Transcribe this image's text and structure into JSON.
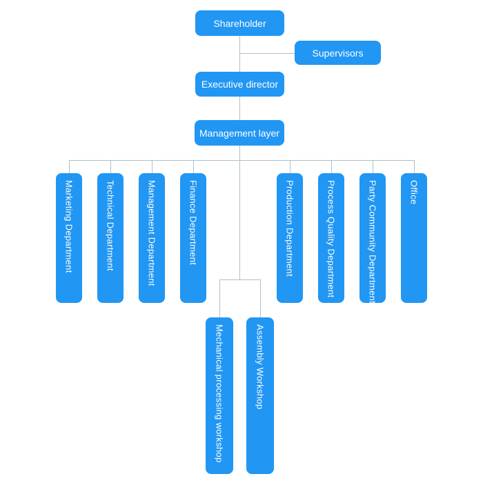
{
  "colors": {
    "node_fill": "#2196f3",
    "node_text": "#ffffff",
    "connector": "#aebfc7",
    "background": "#ffffff"
  },
  "org": {
    "shareholder": {
      "label": "Shareholder"
    },
    "supervisors": {
      "label": "Supervisors"
    },
    "executive_director": {
      "label": "Executive director"
    },
    "management_layer": {
      "label": "Management layer"
    },
    "departments": [
      {
        "label": "Marketing Department"
      },
      {
        "label": "Technical Department"
      },
      {
        "label": "Management Department"
      },
      {
        "label": "Finance Department"
      },
      {
        "label": "Production Department"
      },
      {
        "label": "Process Quality Department"
      },
      {
        "label": "Party Community Department"
      },
      {
        "label": "Office"
      }
    ],
    "workshops": [
      {
        "label": "Mechanical processing workshop"
      },
      {
        "label": "Assembly Workshop"
      }
    ]
  }
}
